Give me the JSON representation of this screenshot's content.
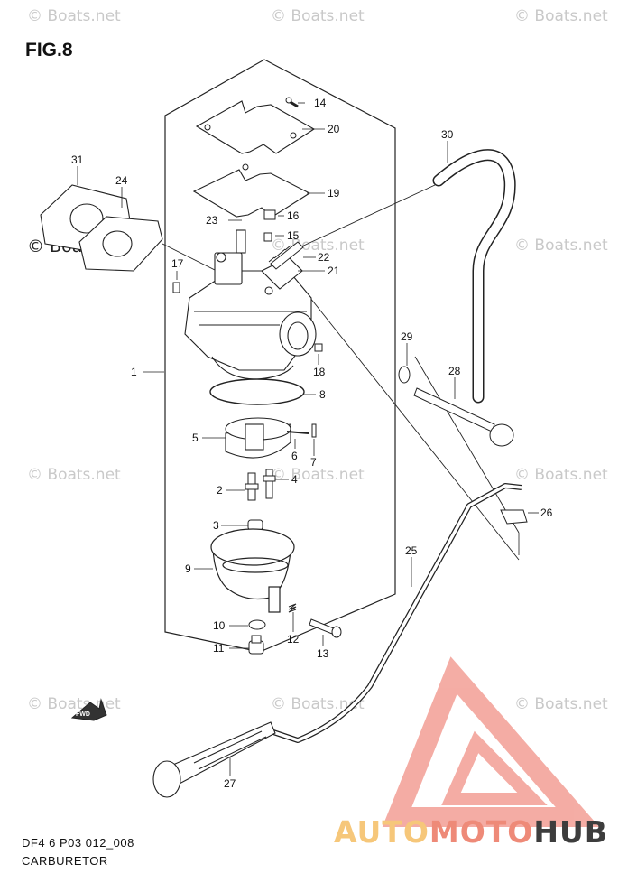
{
  "figure": {
    "label": "FIG.8"
  },
  "footer": {
    "code": "DF4 6 P03 012_008",
    "title": "CARBURETOR"
  },
  "watermark": {
    "text": "© Boats.net",
    "emphasized_text": "© Boats.net"
  },
  "brand": {
    "part_a": "AUTO",
    "part_b": "MOTO",
    "part_c": "HUB",
    "colors": {
      "auto": "#f6c77a",
      "moto": "#ee8a78",
      "hub": "#3d3d3d",
      "triangle": "#f3a49b"
    }
  },
  "direction_badge": {
    "text": "FWD"
  },
  "callouts": [
    {
      "id": "1",
      "text": "1"
    },
    {
      "id": "2",
      "text": "2"
    },
    {
      "id": "3",
      "text": "3"
    },
    {
      "id": "4",
      "text": "4"
    },
    {
      "id": "5",
      "text": "5"
    },
    {
      "id": "6",
      "text": "6"
    },
    {
      "id": "7",
      "text": "7"
    },
    {
      "id": "8",
      "text": "8"
    },
    {
      "id": "9",
      "text": "9"
    },
    {
      "id": "10",
      "text": "10"
    },
    {
      "id": "11",
      "text": "11"
    },
    {
      "id": "12",
      "text": "12"
    },
    {
      "id": "13",
      "text": "13"
    },
    {
      "id": "14",
      "text": "14"
    },
    {
      "id": "15",
      "text": "15"
    },
    {
      "id": "16",
      "text": "16"
    },
    {
      "id": "17",
      "text": "17"
    },
    {
      "id": "18",
      "text": "18"
    },
    {
      "id": "19",
      "text": "19"
    },
    {
      "id": "20",
      "text": "20"
    },
    {
      "id": "21",
      "text": "21"
    },
    {
      "id": "22",
      "text": "22"
    },
    {
      "id": "23",
      "text": "23"
    },
    {
      "id": "24",
      "text": "24"
    },
    {
      "id": "25",
      "text": "25"
    },
    {
      "id": "26",
      "text": "26"
    },
    {
      "id": "27",
      "text": "27"
    },
    {
      "id": "28",
      "text": "28"
    },
    {
      "id": "29",
      "text": "29"
    },
    {
      "id": "30",
      "text": "30"
    },
    {
      "id": "31",
      "text": "31"
    }
  ]
}
